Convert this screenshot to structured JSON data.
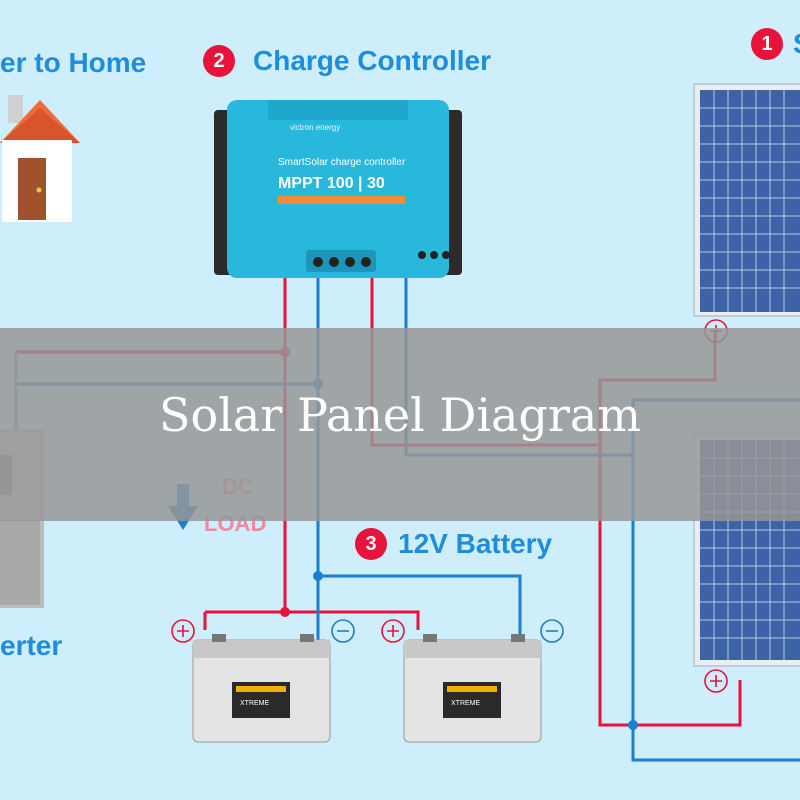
{
  "labels": {
    "home": "er to Home",
    "controller": "Charge Controller",
    "battery": "12V Battery",
    "inverter": "erter",
    "solar": "S",
    "dc": "DC",
    "load": "LOAD"
  },
  "badges": {
    "solar": "1",
    "controller": "2",
    "battery": "3"
  },
  "controller_device": {
    "brand": "victron energy",
    "line1": "SmartSolar charge controller",
    "line2": "MPPT 100 | 30"
  },
  "battery_device": {
    "brand": "XTREME"
  },
  "banner": {
    "title": "Solar Panel Diagram"
  },
  "colors": {
    "positive": "#e8123a",
    "negative": "#1a7fd0",
    "label_blue": "#1e8de0",
    "badge_red": "#e8123a",
    "controller_body": "#28b8dc",
    "background": "#cdeefa"
  }
}
